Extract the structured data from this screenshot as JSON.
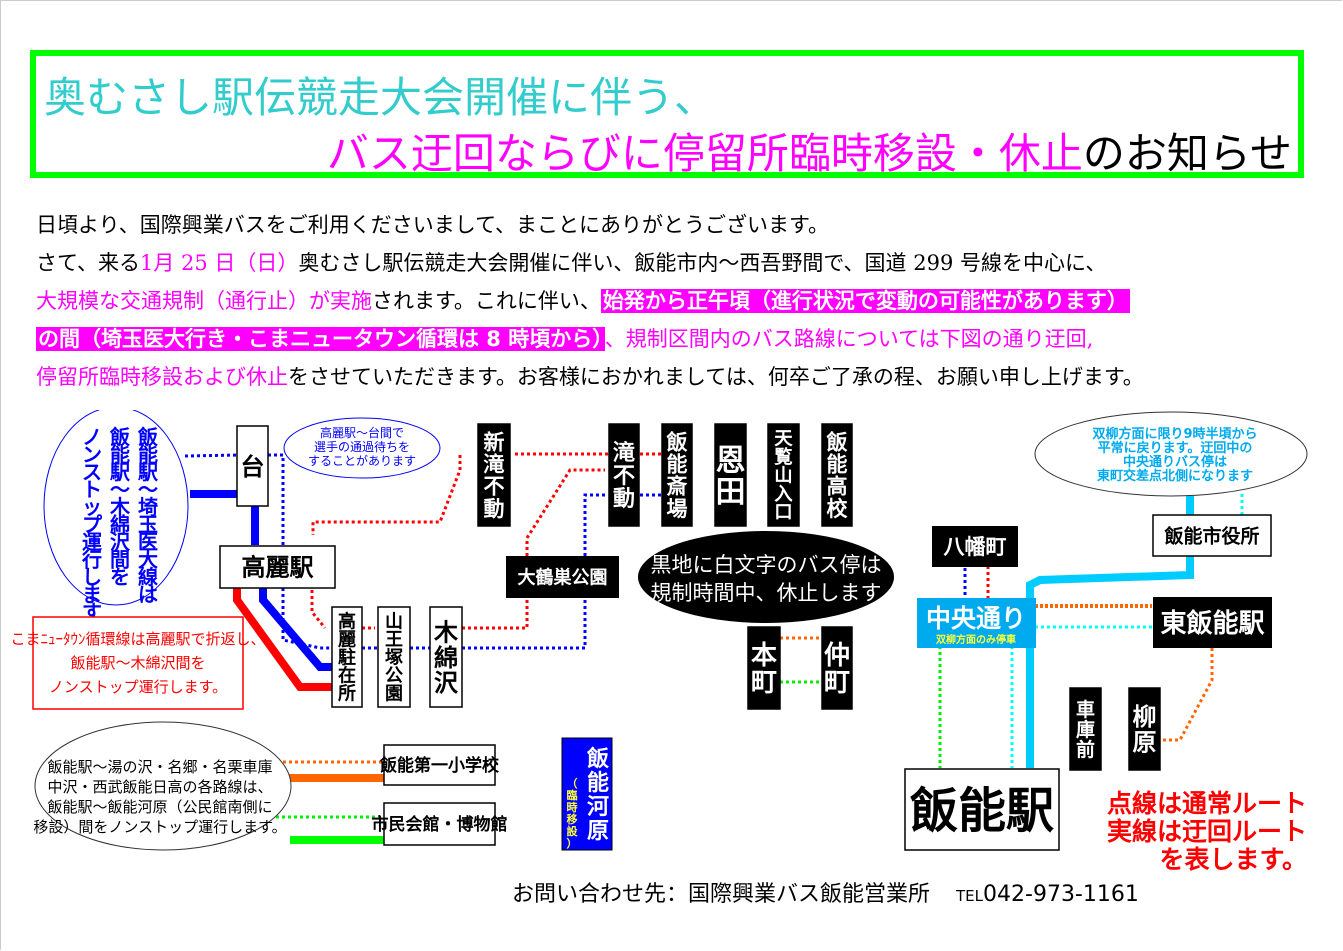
{
  "title": {
    "line1": "奥むさし駅伝競走大会開催に伴う、",
    "line2_magenta": "バス迂回ならびに停留所臨時移設・休止",
    "line2_black": "のお知らせ"
  },
  "intro": {
    "l1": "日頃より、国際興業バスをご利用くださいまして、まことにありがとうございます。",
    "l2_a": "さて、来る",
    "l2_date": "1月 25 日（日）",
    "l2_b": "奥むさし駅伝競走大会開催に伴い、飯能市内～西吾野間で、国道 299 号線を中心に、",
    "l3_a": "大規模な交通規制（通行止）が実施",
    "l3_b": "されます。これに伴い、",
    "l3_hl": "始発から正午頃（進行状況で変動の可能性があります）",
    "l4_hl": "の間（埼玉医大行き・こまニュータウン循環は 8 時頃から）",
    "l4_b": "、規制区間内のバス路線については下図の通り迂回,",
    "l5_a": "停留所臨時移設および休止",
    "l5_b": "をさせていただきます。お客様におかれましては、何卒ご了承の程、お願い申し上げます。"
  },
  "colors": {
    "title_cyan": "#33cccc",
    "magenta": "#ff00ff",
    "green_frame": "#00ff00",
    "route_blue": "#0000ff",
    "route_red": "#ff0000",
    "route_orange": "#ff6600",
    "route_green": "#00ff00",
    "route_skyblue": "#00ccff",
    "route_cyan": "#00ffff",
    "kawara_box": "#0000ff",
    "chuo_box": "#00aaee"
  },
  "map": {
    "stops": {
      "dai": "台",
      "koma_station": "高麗駅",
      "koma_chuzaisho": "高麗駐在所",
      "sannozuka": "山王塚公園",
      "kiwatazawa": "木綿沢",
      "owashi": "大鶴巣公園",
      "shin_takifudo": "新滝不動",
      "takifudo": "滝不動",
      "hanno_saijo": "飯能斎場",
      "onden": "恩田",
      "tenranzan": "天覧山入口",
      "hanno_koko": "飯能高校",
      "hachimancho": "八幡町",
      "chuo_dori": "中央通り",
      "chuo_dori_sub": "双柳方面のみ停車",
      "shiyakusho": "飯能市役所",
      "higashi_hanno": "東飯能駅",
      "honcho": "本町",
      "nakacho": "仲町",
      "shakomae": "車庫前",
      "yanagihara": "柳原",
      "hanno_station": "飯能駅",
      "daiichi_shogakko": "飯能第一小学校",
      "shimin_kaikan": "市民会館・博物館",
      "hanno_kawara": "飯能河原",
      "hanno_kawara_sub": "（臨時移設）"
    },
    "notes": {
      "saitama_idai": [
        "飯能駅～埼玉医大線は",
        "飯能駅～木綿沢間を",
        "ノンストップ運行します。"
      ],
      "waiting": [
        "高麗駅～台間で",
        "選手の通過待ちを",
        "することがあります"
      ],
      "koma_nt": [
        "こまﾆｭｰﾀｳﾝ循環線は高麗駅で折返し、",
        "飯能駅～木綿沢間を",
        "ノンストップ運行します。"
      ],
      "black_stops": [
        "黒地に白文字のバス停は",
        "規制時間中、休止します"
      ],
      "namiyanagi": [
        "双柳方面に限り9時半頃から",
        "平常に戻ります。迂回中の",
        "中央通りバス停は",
        "東町交差点北側になります"
      ],
      "yunosawa": [
        "飯能駅～湯の沢・名郷・名栗車庫",
        "中沢・西武飯能日高の各路線は、",
        "飯能駅～飯能河原（公民館南側に",
        "移設）間をノンストップ運行します。"
      ]
    }
  },
  "legend": {
    "l1": "点線は通常ルート",
    "l2": "実線は迂回ルート",
    "l3": "を表します。"
  },
  "contact": {
    "label": "お問い合わせ先：国際興業バス飯能営業所",
    "tel_prefix": "TEL",
    "tel": "042-973-1161"
  }
}
